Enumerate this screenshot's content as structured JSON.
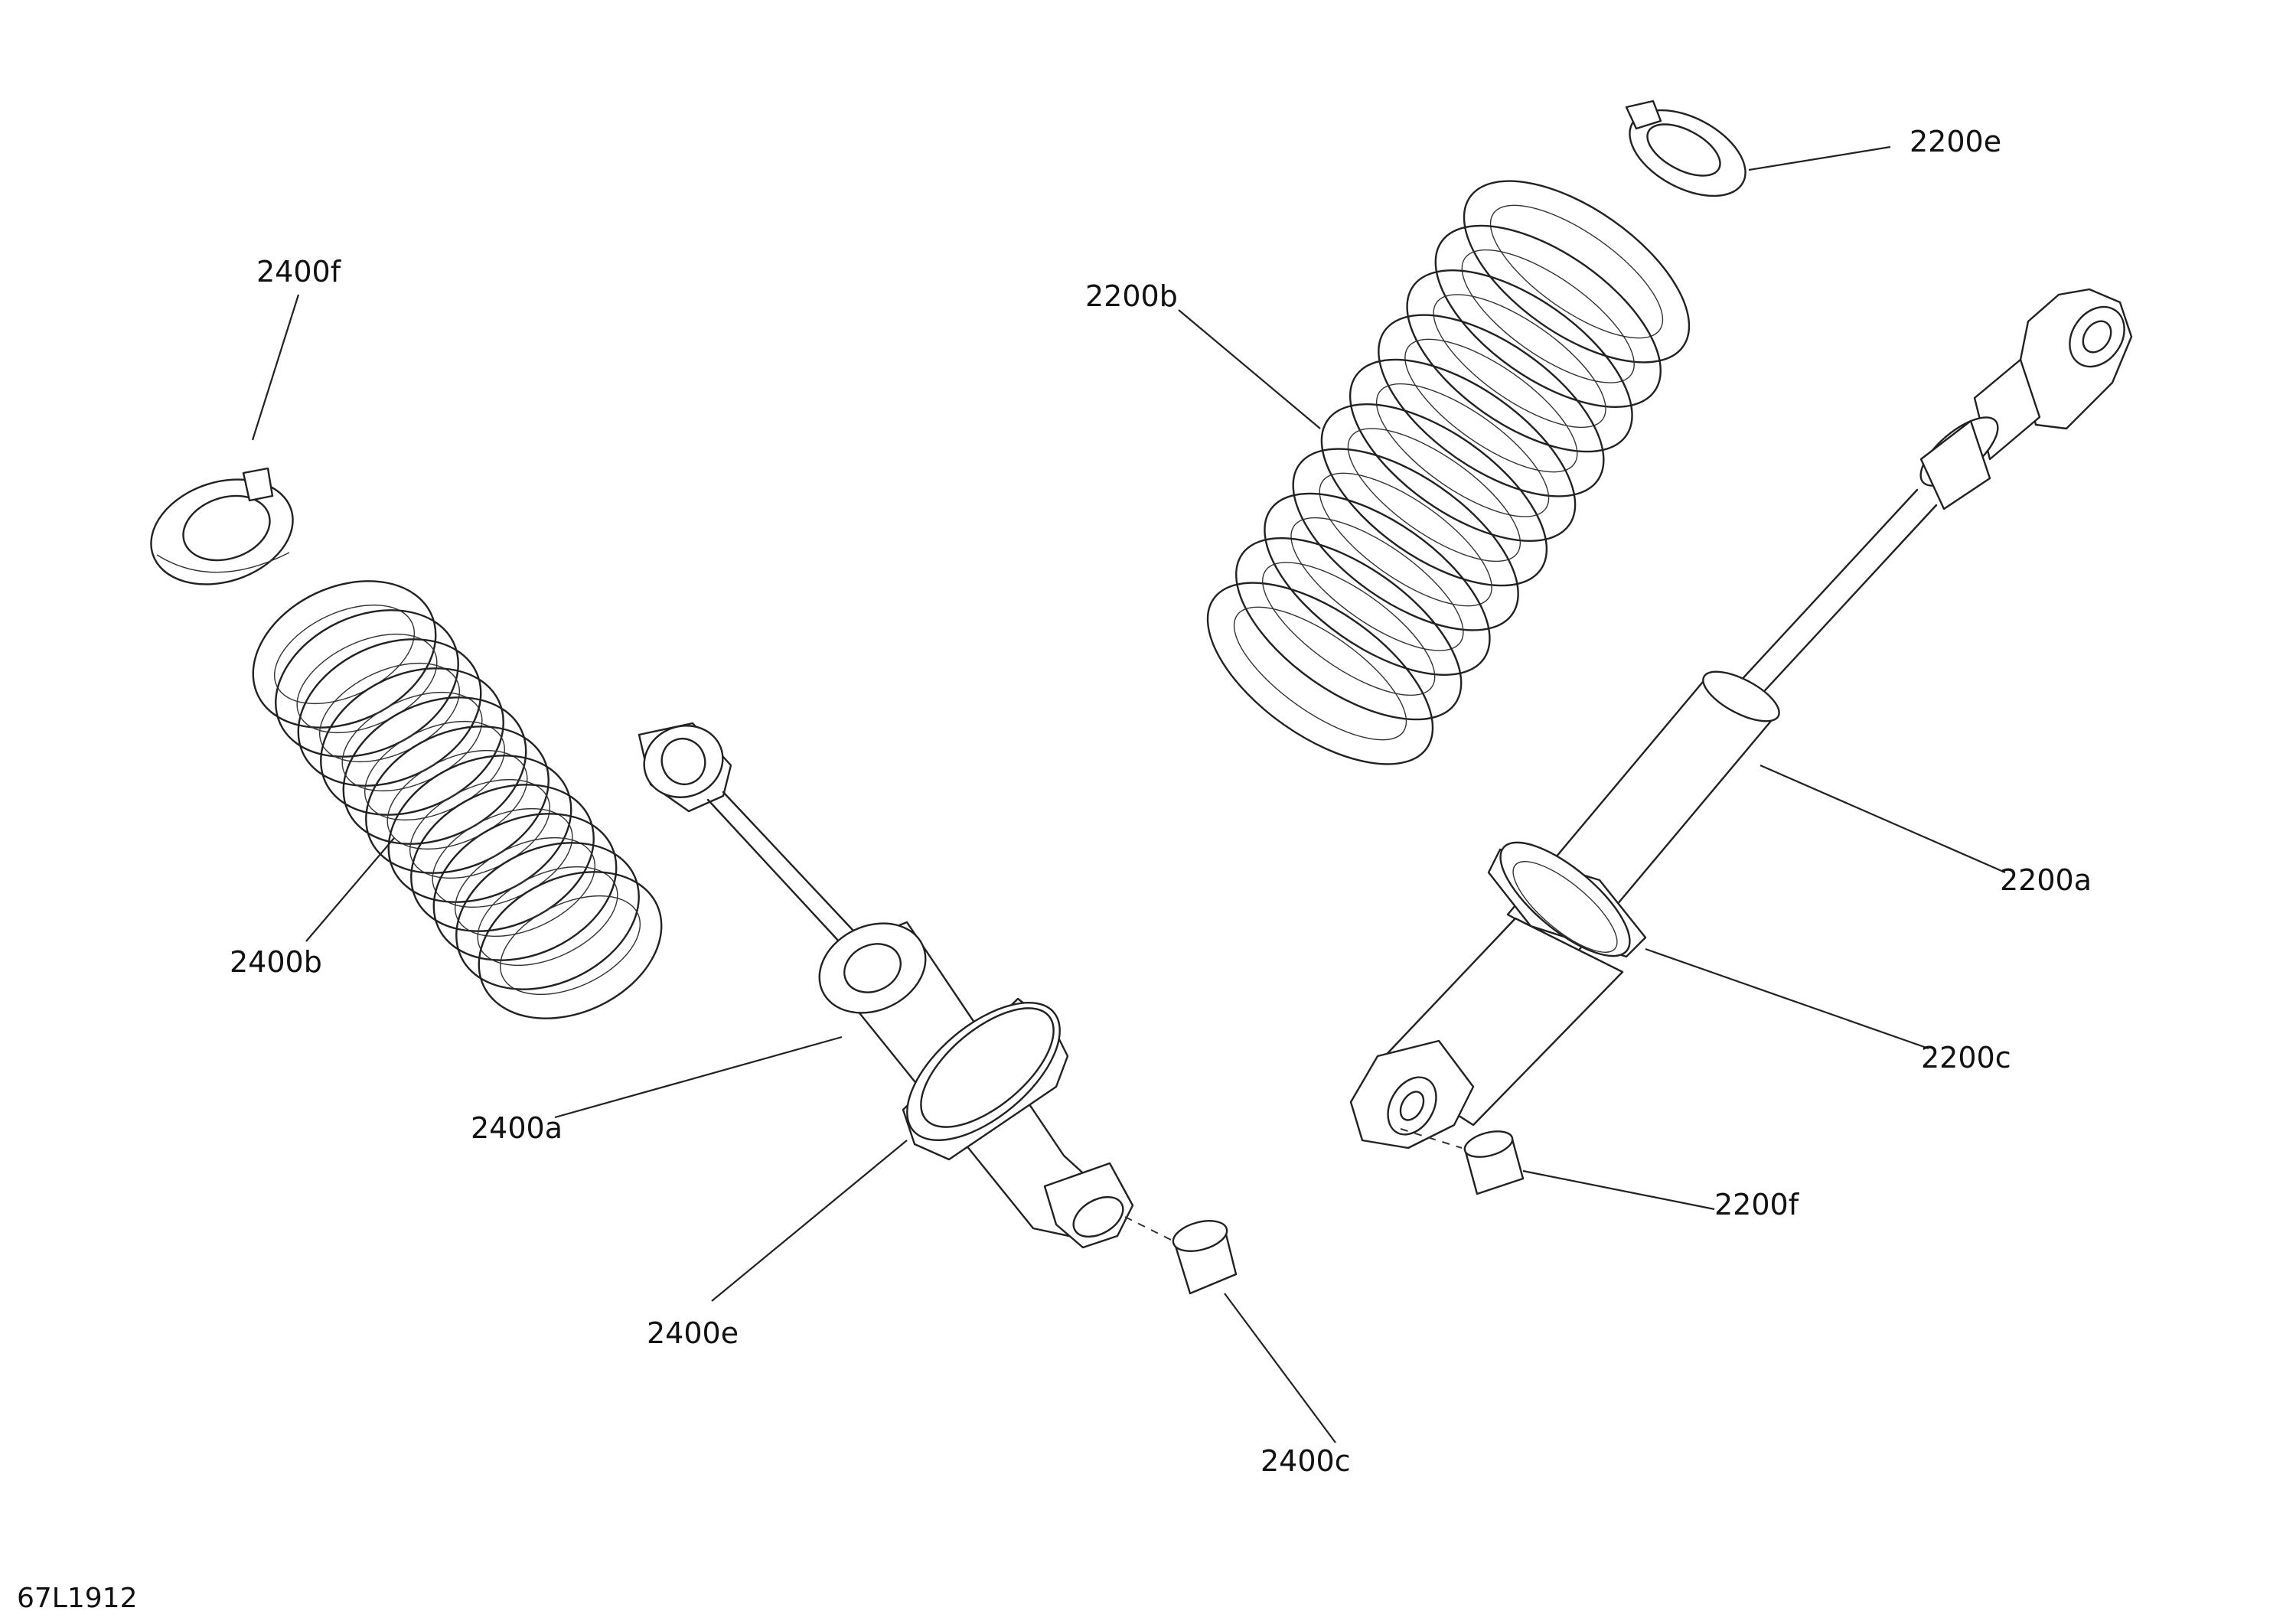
{
  "diagram": {
    "drawing_number": "67L1912",
    "callouts": {
      "c_2400f": "2400f",
      "c_2400b": "2400b",
      "c_2400a": "2400a",
      "c_2400e": "2400e",
      "c_2400c": "2400c",
      "c_2200e": "2200e",
      "c_2200b": "2200b",
      "c_2200a": "2200a",
      "c_2200c": "2200c",
      "c_2200f": "2200f"
    }
  }
}
